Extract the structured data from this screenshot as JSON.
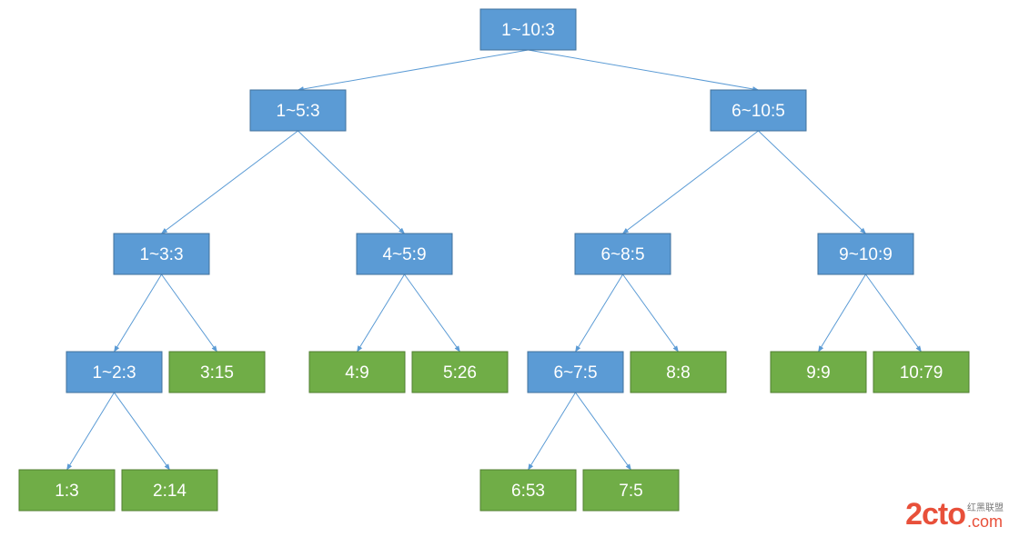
{
  "colors": {
    "internal_node": "#5b9bd5",
    "internal_border": "#41719c",
    "leaf_node": "#70ad47",
    "leaf_border": "#507e32",
    "edge": "#5b9bd5"
  },
  "nodes": [
    {
      "id": "n1_10",
      "label": "1~10:3",
      "kind": "internal"
    },
    {
      "id": "n1_5",
      "label": "1~5:3",
      "kind": "internal"
    },
    {
      "id": "n6_10",
      "label": "6~10:5",
      "kind": "internal"
    },
    {
      "id": "n1_3",
      "label": "1~3:3",
      "kind": "internal"
    },
    {
      "id": "n4_5",
      "label": "4~5:9",
      "kind": "internal"
    },
    {
      "id": "n6_8",
      "label": "6~8:5",
      "kind": "internal"
    },
    {
      "id": "n9_10",
      "label": "9~10:9",
      "kind": "internal"
    },
    {
      "id": "n1_2",
      "label": "1~2:3",
      "kind": "internal"
    },
    {
      "id": "n3",
      "label": "3:15",
      "kind": "leaf"
    },
    {
      "id": "n4",
      "label": "4:9",
      "kind": "leaf"
    },
    {
      "id": "n5",
      "label": "5:26",
      "kind": "leaf"
    },
    {
      "id": "n6_7",
      "label": "6~7:5",
      "kind": "internal"
    },
    {
      "id": "n8",
      "label": "8:8",
      "kind": "leaf"
    },
    {
      "id": "n9",
      "label": "9:9",
      "kind": "leaf"
    },
    {
      "id": "n10",
      "label": "10:79",
      "kind": "leaf"
    },
    {
      "id": "n1",
      "label": "1:3",
      "kind": "leaf"
    },
    {
      "id": "n2",
      "label": "2:14",
      "kind": "leaf"
    },
    {
      "id": "n6",
      "label": "6:53",
      "kind": "leaf"
    },
    {
      "id": "n7",
      "label": "7:5",
      "kind": "leaf"
    }
  ],
  "edges": [
    [
      "n1_10",
      "n1_5"
    ],
    [
      "n1_10",
      "n6_10"
    ],
    [
      "n1_5",
      "n1_3"
    ],
    [
      "n1_5",
      "n4_5"
    ],
    [
      "n6_10",
      "n6_8"
    ],
    [
      "n6_10",
      "n9_10"
    ],
    [
      "n1_3",
      "n1_2"
    ],
    [
      "n1_3",
      "n3"
    ],
    [
      "n4_5",
      "n4"
    ],
    [
      "n4_5",
      "n5"
    ],
    [
      "n6_8",
      "n6_7"
    ],
    [
      "n6_8",
      "n8"
    ],
    [
      "n9_10",
      "n9"
    ],
    [
      "n9_10",
      "n10"
    ],
    [
      "n1_2",
      "n1"
    ],
    [
      "n1_2",
      "n2"
    ],
    [
      "n6_7",
      "n6"
    ],
    [
      "n6_7",
      "n7"
    ]
  ],
  "watermark": {
    "main": "2cto",
    "cn": "红黑联盟",
    "suffix": ".com"
  }
}
